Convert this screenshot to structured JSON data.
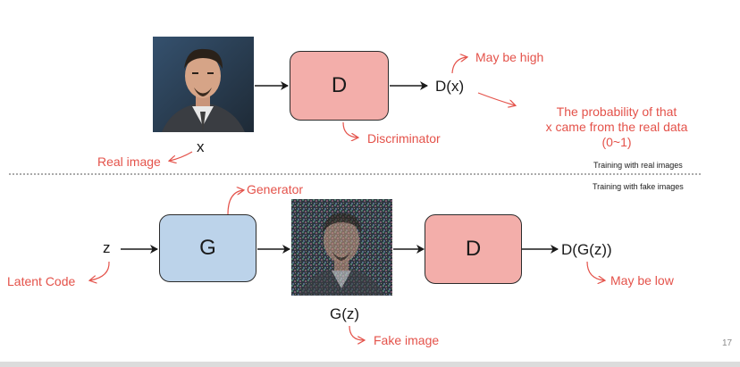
{
  "top": {
    "discriminator_box": "D",
    "output": "D(x)",
    "input_var": "x",
    "annotations": {
      "may_be_high": "May be high",
      "discriminator": "Discriminator",
      "real_image": "Real image",
      "probability_line1": "The probability of that",
      "probability_line2": "x came from the real data",
      "probability_line3": "(0~1)"
    },
    "section_note": "Training with real images"
  },
  "bottom": {
    "latent_var": "z",
    "generator_box": "G",
    "discriminator_box": "D",
    "output": "D(G(z))",
    "fake_var": "G(z)",
    "annotations": {
      "generator": "Generator",
      "latent_code": "Latent Code",
      "fake_image": "Fake image",
      "may_be_low": "May be low"
    },
    "section_note": "Training with fake images"
  },
  "page_number": "17",
  "colors": {
    "discriminator_fill": "#f3aeaa",
    "generator_fill": "#bcd3ea",
    "annotation_red": "#e4524a"
  }
}
